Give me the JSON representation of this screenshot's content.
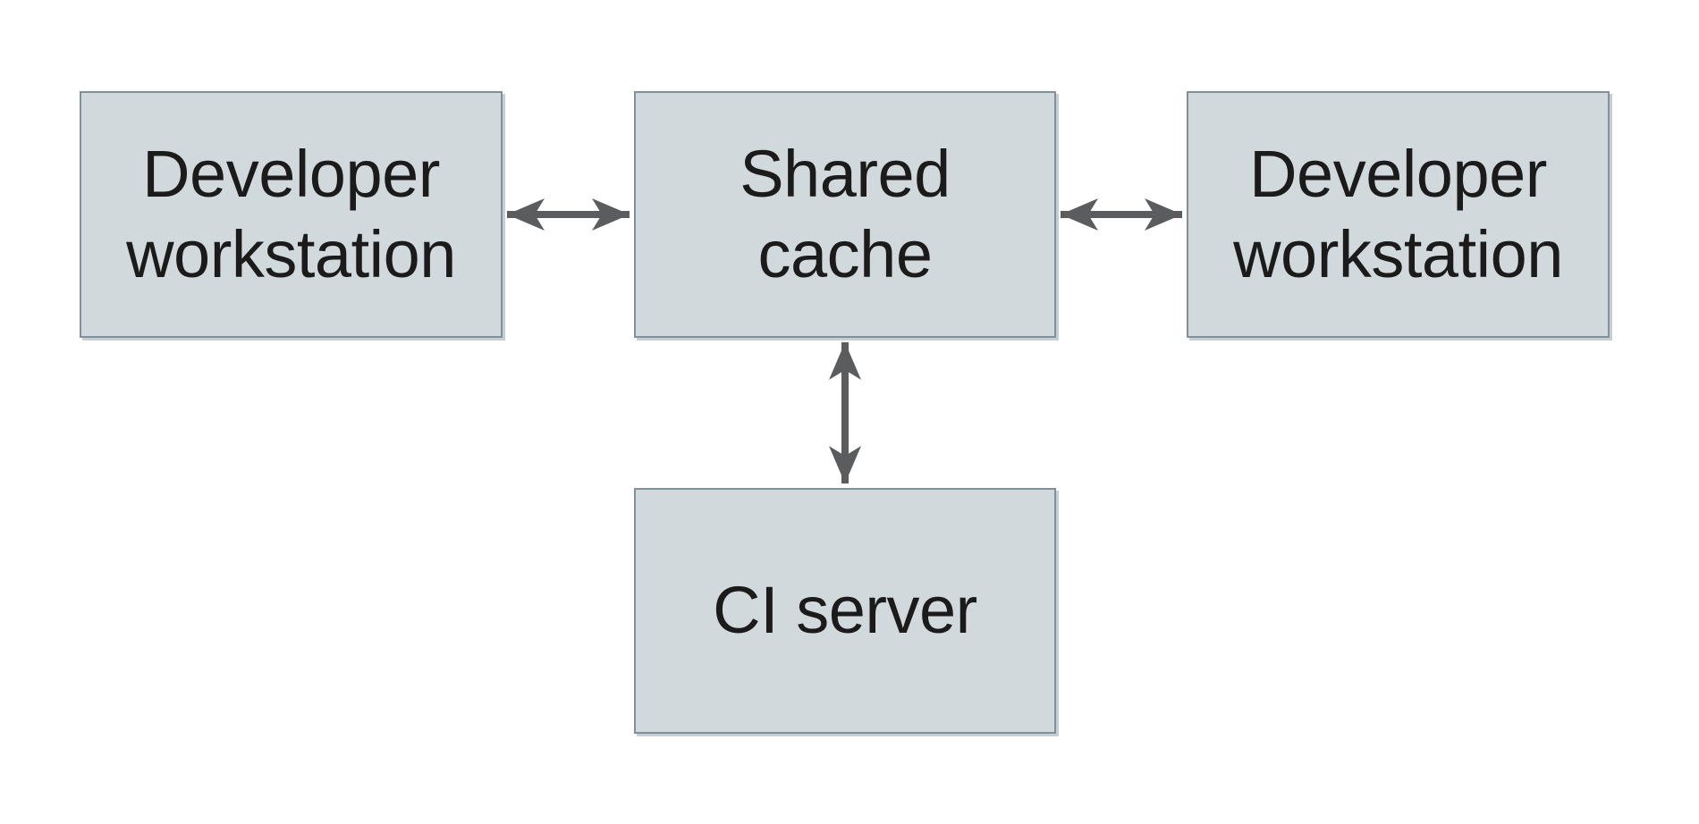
{
  "diagram": {
    "type": "architecture-diagram",
    "background_color": "#ffffff",
    "node_fill_color": "#d2d9dc",
    "node_border_color": "#7f929c",
    "arrow_color": "#5a5c5e",
    "text_color": "#1b1b1b",
    "nodes": [
      {
        "id": "developer-workstation-left",
        "label": "Developer workstation"
      },
      {
        "id": "shared-cache",
        "label": "Shared cache"
      },
      {
        "id": "developer-workstation-right",
        "label": "Developer workstation"
      },
      {
        "id": "ci-server",
        "label": "CI server"
      }
    ],
    "edges": [
      {
        "from": "developer-workstation-left",
        "to": "shared-cache",
        "direction": "bidirectional",
        "orientation": "horizontal"
      },
      {
        "from": "shared-cache",
        "to": "developer-workstation-right",
        "direction": "bidirectional",
        "orientation": "horizontal"
      },
      {
        "from": "shared-cache",
        "to": "ci-server",
        "direction": "bidirectional",
        "orientation": "vertical"
      }
    ]
  }
}
